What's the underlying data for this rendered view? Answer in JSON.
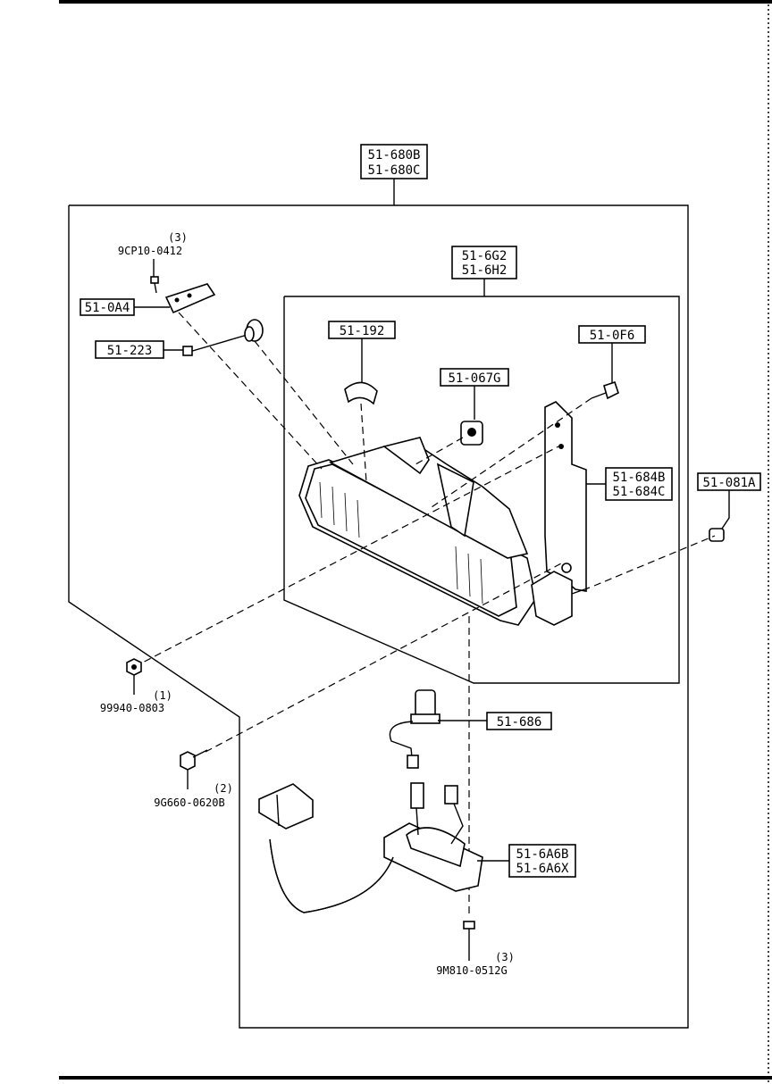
{
  "assembly": {
    "codes": [
      "51-680B",
      "51-680C"
    ]
  },
  "lamp_unit": {
    "codes": [
      "51-6G2",
      "51-6H2"
    ]
  },
  "parts": {
    "bracket_plate": "51-0A4",
    "adjust_screw": "51-223",
    "clip": "51-192",
    "nut_clip": "51-067G",
    "bolt_top": "51-0F6",
    "mount_bracket": [
      "51-684B",
      "51-684C"
    ],
    "side_nut": "51-081A",
    "bulb": "51-686",
    "socket_harness": [
      "51-6A6B",
      "51-6A6X"
    ]
  },
  "hardware": {
    "screw_top": {
      "code": "9CP10-0412",
      "qty": "(3)"
    },
    "nut": {
      "code": "99940-0803",
      "qty": "(1)"
    },
    "bolt": {
      "code": "9G660-0620B",
      "qty": "(2)"
    },
    "screw_bottom": {
      "code": "9M810-0512G",
      "qty": "(3)"
    }
  }
}
